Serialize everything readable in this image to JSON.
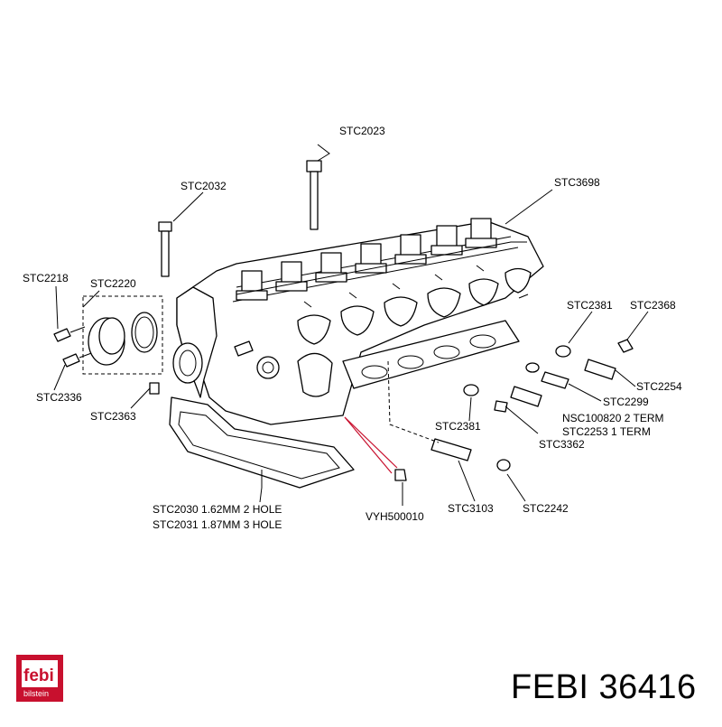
{
  "brand": {
    "logo_word": "febi",
    "logo_sub": "bilstein",
    "logo_color": "#c8102e",
    "product": "FEBI 36416"
  },
  "labels": {
    "stc2023": "STC2023",
    "stc2032": "STC2032",
    "stc3698": "STC3698",
    "stc2218": "STC2218",
    "stc2220": "STC2220",
    "stc2336": "STC2336",
    "stc2363": "STC2363",
    "stc2381_top": "STC2381",
    "stc2368": "STC2368",
    "stc2254": "STC2254",
    "stc2299": "STC2299",
    "nsc100820": "NSC100820 2 TERM",
    "stc2253": "STC2253 1 TERM",
    "stc2381_mid": "STC2381",
    "stc3362": "STC3362",
    "stc2030": "STC2030 1.62MM 2 HOLE",
    "stc2031": "STC2031 1.87MM 3 HOLE",
    "vyh500010": "VYH500010",
    "stc3103": "STC3103",
    "stc2242": "STC2242"
  }
}
